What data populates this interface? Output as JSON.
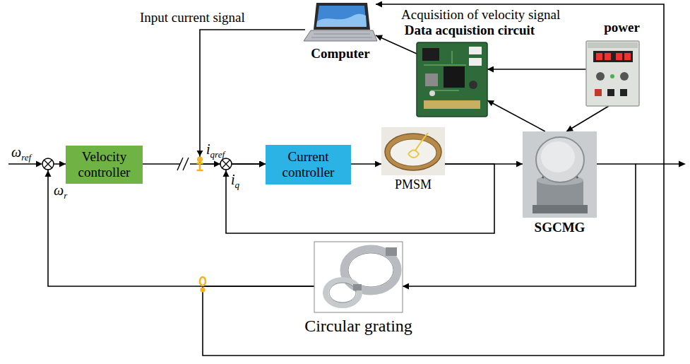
{
  "diagram": {
    "nodes": [
      {
        "text": [
          "Computer"
        ]
      },
      {
        "text": [
          "Data acquistion circuit"
        ]
      },
      {
        "text": [
          "power"
        ]
      },
      {
        "text": [
          "Velocity controller"
        ]
      },
      {
        "text": [
          "Current controller"
        ]
      },
      {
        "text": [
          "PMSM"
        ]
      },
      {
        "text": [
          "SGCMG"
        ]
      },
      {
        "text": [
          "Circular grating"
        ]
      }
    ],
    "edges": [
      {
        "from": 3,
        "to": 4,
        "arrow": "to"
      },
      {
        "from": 4,
        "to": 5,
        "arrow": "to"
      },
      {
        "from": 5,
        "to": 6,
        "arrow": "to"
      },
      {
        "from": 5,
        "to": 4,
        "arrow": "to"
      },
      {
        "from": 6,
        "to": 7,
        "arrow": "to"
      },
      {
        "from": 7,
        "to": 3,
        "arrow": "to"
      },
      {
        "from": 7,
        "to": 0,
        "label": "Acquisition of velocity signal",
        "arrow": "to"
      },
      {
        "from": 0,
        "to": 4,
        "label": "Input current signal",
        "arrow": "to"
      },
      {
        "from": 1,
        "to": 0,
        "arrow": "to"
      },
      {
        "from": 2,
        "to": 1,
        "arrow": "to"
      },
      {
        "from": 6,
        "to": 1,
        "arrow": "to"
      },
      {
        "from": 2,
        "to": 6,
        "arrow": "to"
      }
    ],
    "labels": [
      "ωref",
      "ωr",
      "iqref",
      "iq"
    ]
  }
}
